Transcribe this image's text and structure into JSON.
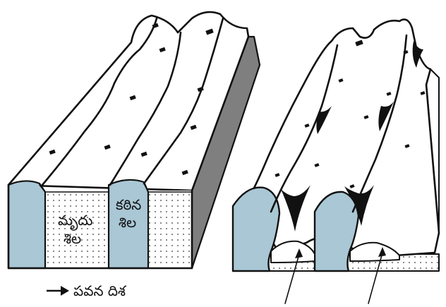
{
  "colors": {
    "hard_rock": "#a9c7d5",
    "soft_rock_dots": "#8a8a8a",
    "surface": "#ffffff",
    "side_face": "#7f7f7f",
    "ink": "#111111"
  },
  "labels": {
    "hard_rock": "కఠిన శిల",
    "hard_rock_line1": "కఠిన",
    "hard_rock_line2": "శిల",
    "soft_rock": "మృదు శిల",
    "soft_rock_line1": "మృదు",
    "soft_rock_line2": "శిల",
    "wind_direction": "పవన దిశ"
  },
  "icons": {
    "wind_arrow": "right-arrow-icon"
  }
}
